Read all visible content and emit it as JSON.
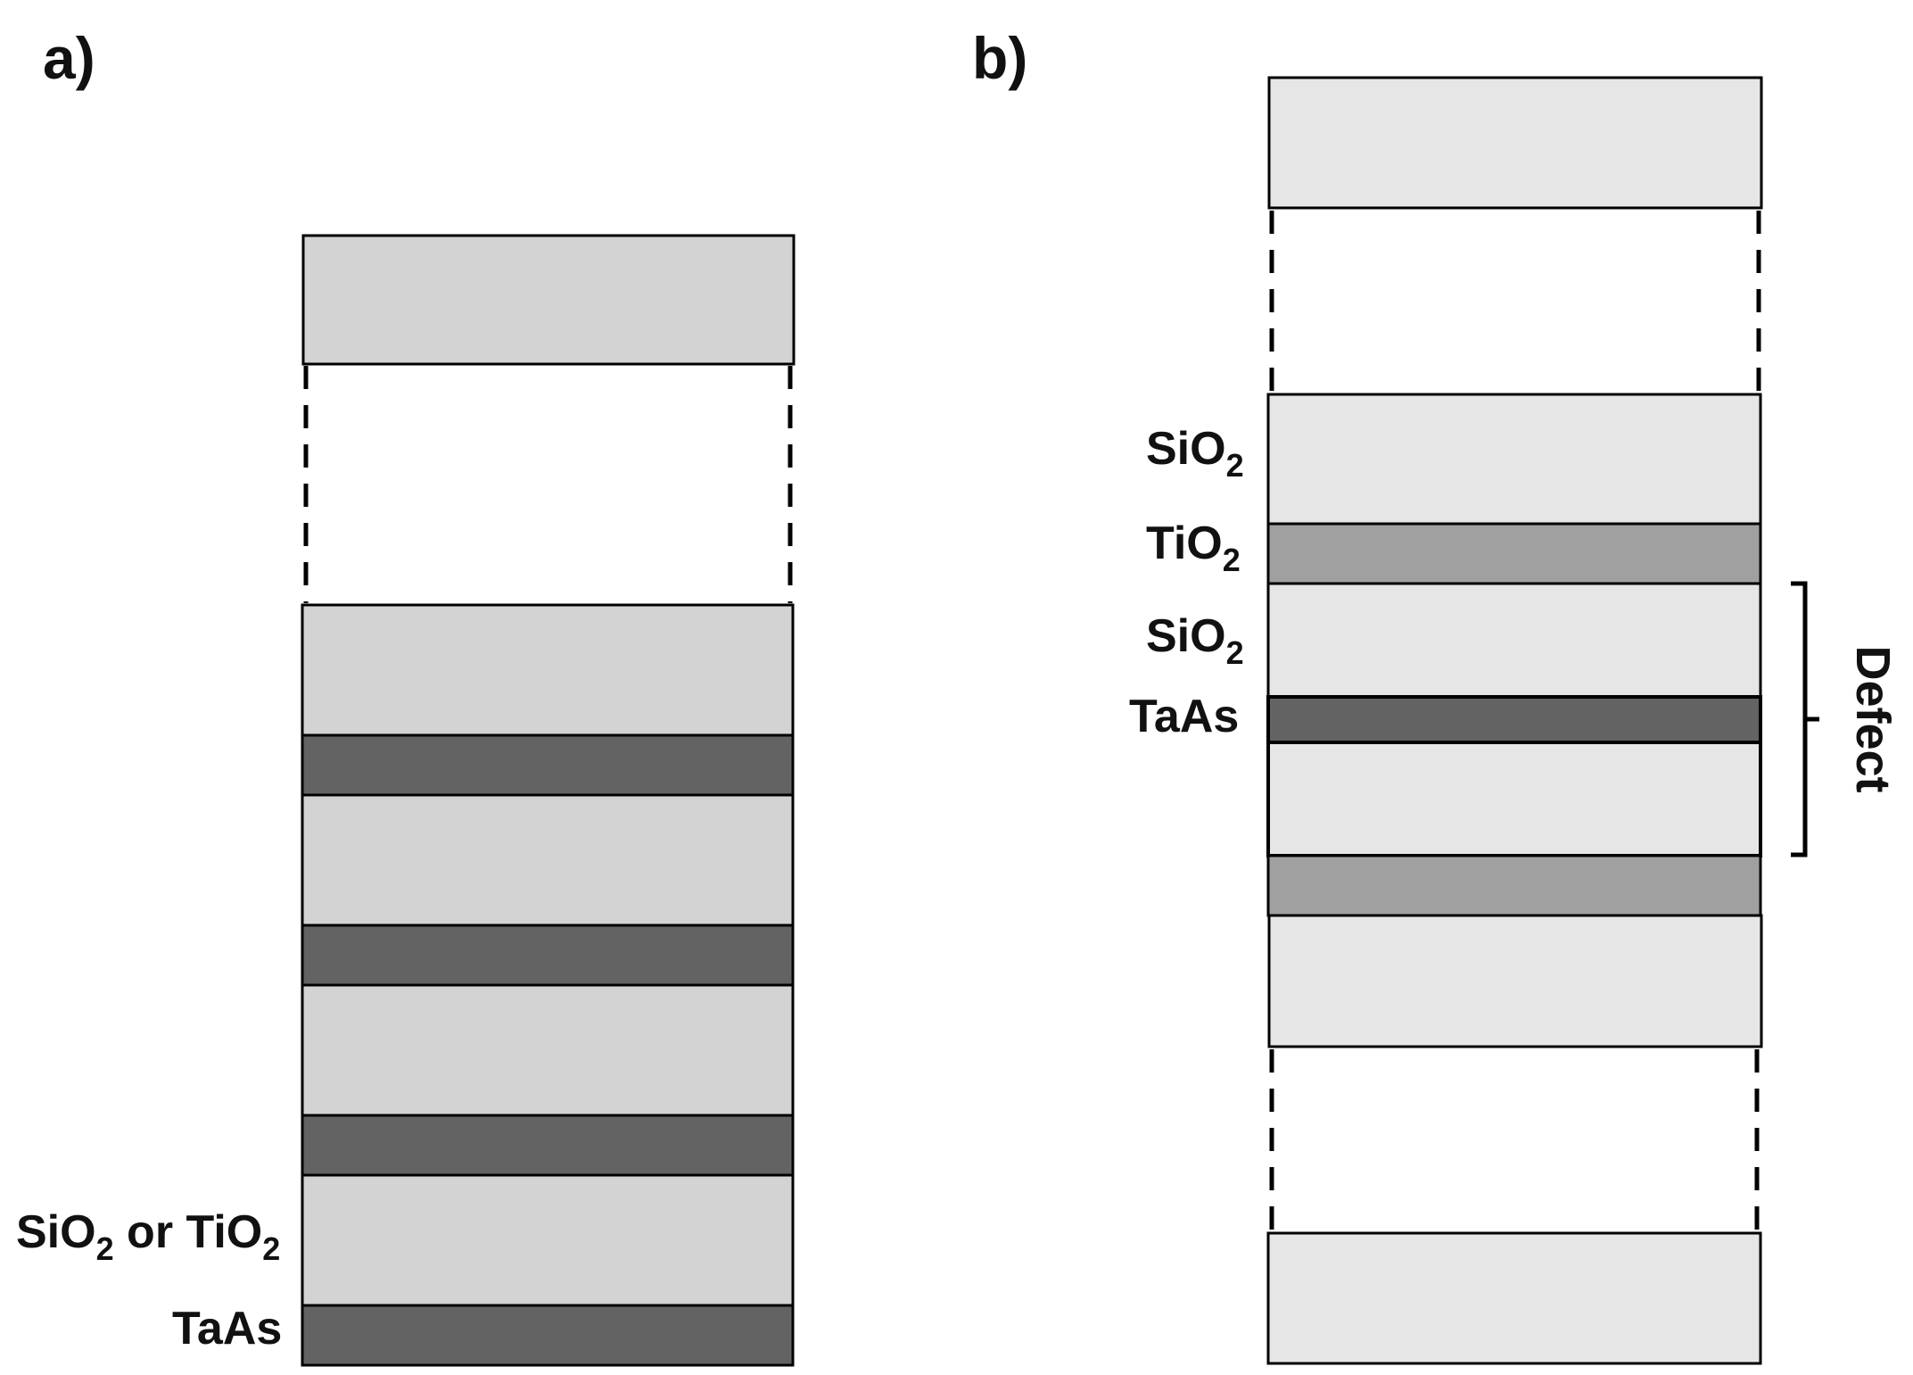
{
  "panel_a": {
    "label": "a)",
    "label_sio2_or": "SiO",
    "label_sio2_or_sub": "2",
    "label_or": " or TiO",
    "label_or_sub": "2",
    "label_taas": "TaAs"
  },
  "panel_b": {
    "label": "b)",
    "labels": [
      {
        "main": "SiO",
        "sub": "2"
      },
      {
        "main": "TiO",
        "sub": "2"
      },
      {
        "main": "SiO",
        "sub": "2"
      },
      {
        "main": "TaAs",
        "sub": ""
      }
    ],
    "defect_label": "Defect"
  },
  "colors": {
    "light": "#d3d3d3",
    "lighter": "#e6e6e6",
    "mid": "#a0a0a0",
    "dark": "#636363",
    "stroke": "#000000"
  }
}
